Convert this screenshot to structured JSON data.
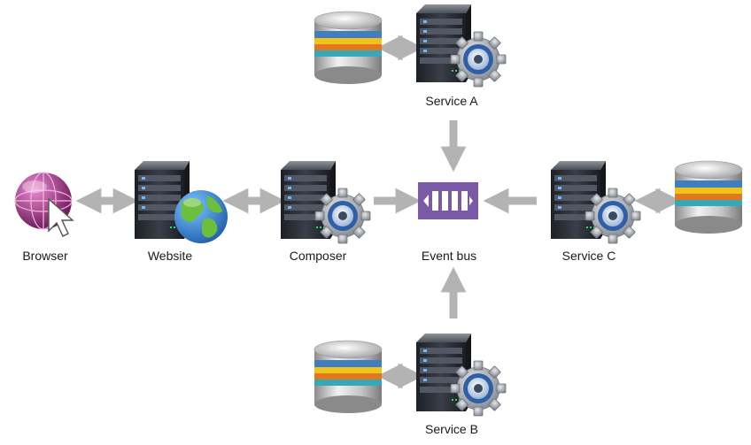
{
  "nodes": {
    "browser": {
      "label": "Browser"
    },
    "website": {
      "label": "Website"
    },
    "composer": {
      "label": "Composer"
    },
    "event_bus": {
      "label": "Event bus"
    },
    "service_a": {
      "label": "Service A"
    },
    "service_b": {
      "label": "Service B"
    },
    "service_c": {
      "label": "Service C"
    }
  },
  "edges": [
    {
      "from": "browser",
      "to": "website",
      "direction": "both"
    },
    {
      "from": "website",
      "to": "composer",
      "direction": "both"
    },
    {
      "from": "composer",
      "to": "event_bus",
      "direction": "forward"
    },
    {
      "from": "service_a",
      "to": "event_bus",
      "direction": "forward"
    },
    {
      "from": "service_b",
      "to": "event_bus",
      "direction": "forward"
    },
    {
      "from": "service_c",
      "to": "event_bus",
      "direction": "forward"
    },
    {
      "from": "service_a",
      "to": "database-a",
      "direction": "both"
    },
    {
      "from": "service_b",
      "to": "database-b",
      "direction": "both"
    },
    {
      "from": "service_c",
      "to": "database-c",
      "direction": "both"
    }
  ],
  "icons": {
    "browser": "globe-cursor-icon",
    "website": "server-globe-icon",
    "composer": "server-gear-icon",
    "event_bus": "queue-icon",
    "service": "server-gear-icon",
    "database": "database-icon"
  },
  "colors": {
    "arrow": "#b3b3b3",
    "event_bus": "#7a5aa6",
    "server_body": "#2b2f36",
    "gear": "#9aa0a8",
    "globe_ocean": "#2d78c8",
    "globe_land": "#6cbf3a",
    "browser_globe": "#8a1e6e",
    "db_bands": [
      "#3f7fc0",
      "#f0c21a",
      "#e07820",
      "#37a8b8"
    ]
  }
}
